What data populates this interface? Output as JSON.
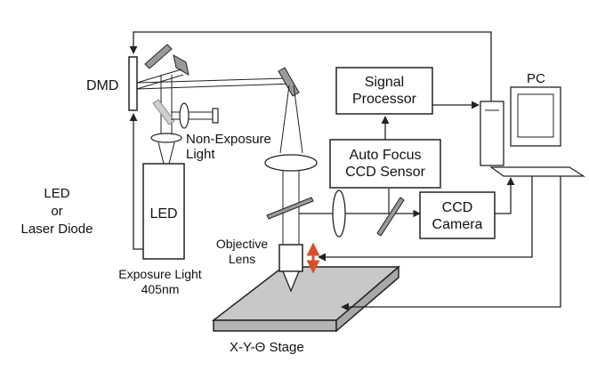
{
  "labels": {
    "dmd": "DMD",
    "pc": "PC",
    "signal_processor": [
      "Signal",
      "Processor"
    ],
    "auto_focus": [
      "Auto Focus",
      "CCD Sensor"
    ],
    "ccd_camera": [
      "CCD",
      "Camera"
    ],
    "non_exposure": [
      "Non-Exposure",
      "Light"
    ],
    "led_box": "LED",
    "led_side": [
      "LED",
      "or",
      "Laser Diode"
    ],
    "objective": [
      "Objective",
      "Lens"
    ],
    "exposure": [
      "Exposure Light",
      "405nm"
    ],
    "stage": "X-Y-Θ Stage"
  },
  "colors": {
    "line": "#222222",
    "stage_fill": "#c8c8c8",
    "mirror_fill": "#9a9a9a",
    "z_arrow": "#d6502a"
  }
}
